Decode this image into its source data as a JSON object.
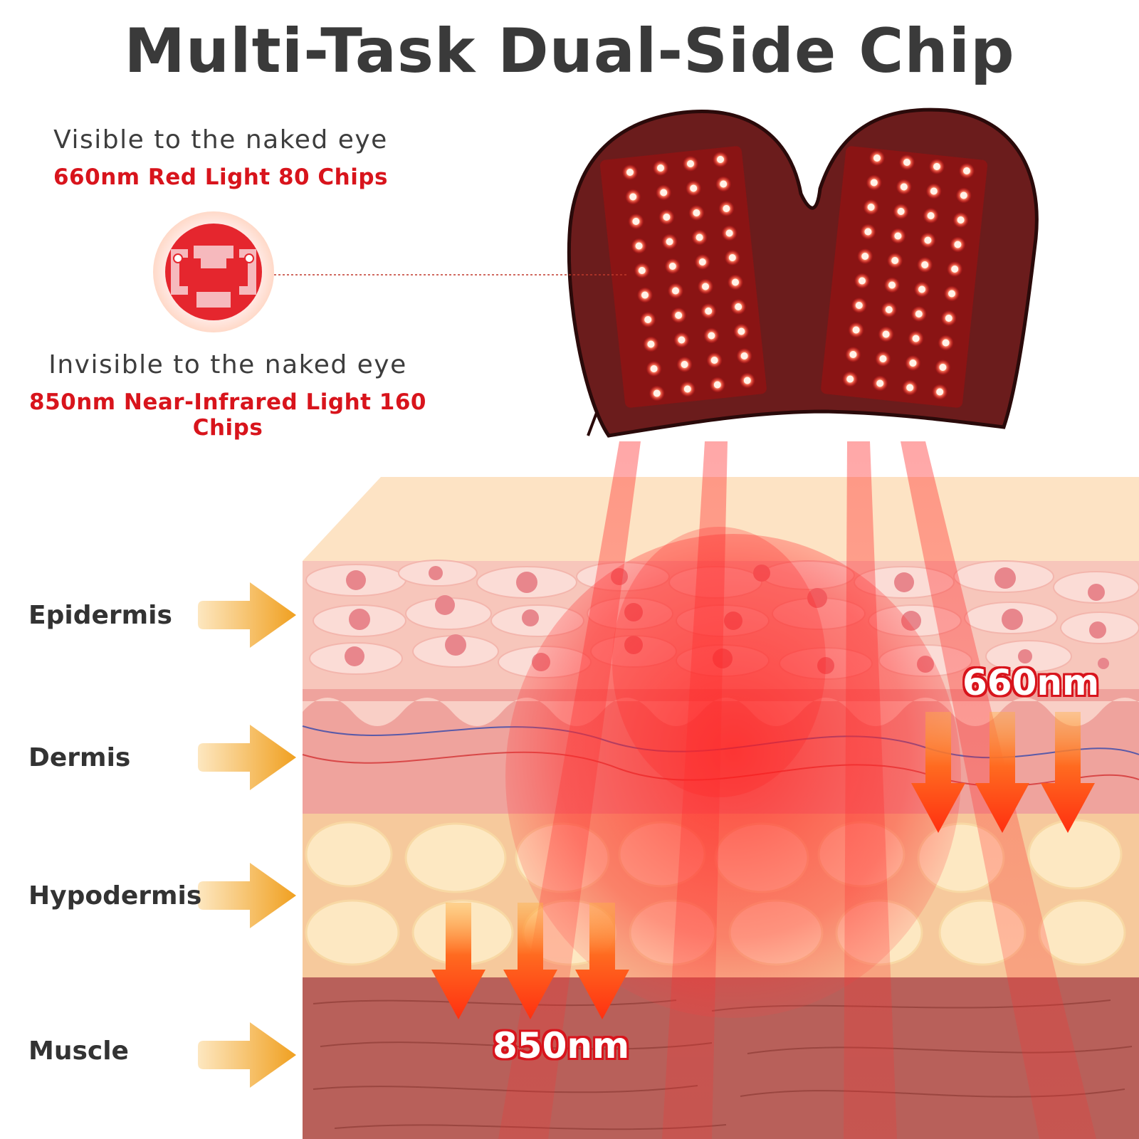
{
  "title": "Multi-Task Dual-Side Chip",
  "visible_light": {
    "caption": "Visible to the naked eye",
    "spec": "660nm Red Light 80 Chips"
  },
  "invisible_light": {
    "caption": "Invisible to the naked eye",
    "spec": "850nm Near-Infrared Light 160 Chips"
  },
  "layers": [
    {
      "name": "Epidermis"
    },
    {
      "name": "Dermis"
    },
    {
      "name": "Hypodermis"
    },
    {
      "name": "Muscle"
    }
  ],
  "wavelength_labels": {
    "red": "660nm",
    "nir": "850nm"
  },
  "colors": {
    "title": "#3a3a3a",
    "accent_red": "#d8141c",
    "arrow_orange": "#f0a020",
    "device": "#6b1c1c"
  },
  "icons": {
    "chip": "led-chip-icon",
    "layer_pointer": "right-arrow-icon",
    "penetration": "down-arrow-icon"
  }
}
